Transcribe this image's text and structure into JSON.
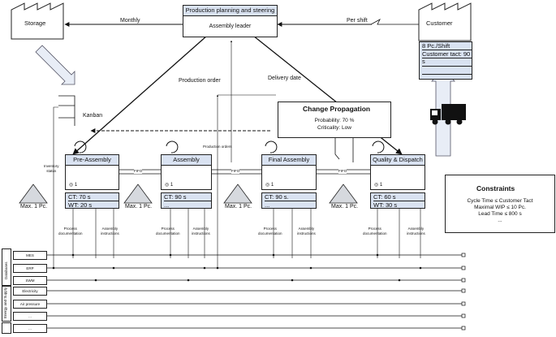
{
  "planning": {
    "title": "Production planning and steering",
    "subtitle": "Assembly leader"
  },
  "storage": {
    "label": "Storage"
  },
  "customer": {
    "label": "Customer",
    "rows": [
      "8 Pc./Shift",
      "Customer tact: 90 s",
      "",
      "",
      ""
    ]
  },
  "flows": {
    "monthly": "Monthly",
    "per_shift": "Per shift",
    "production_order": "Production order",
    "delivery_date": "Delivery date",
    "kanban": "Kanban",
    "inventory_status": "Inventory\nstatus",
    "production_orders": "Production orders"
  },
  "change_propagation": {
    "title": "Change Propagation",
    "probability": "Probability: 70 %",
    "criticality": "Criticality: Low"
  },
  "processes": [
    {
      "name": "Pre-Assembly",
      "operators": "1",
      "ct": "CT: 70 s",
      "wt": "WT: 20 s",
      "extra": ""
    },
    {
      "name": "Assembly",
      "operators": "1",
      "ct": "CT: 90 s",
      "wt": "...",
      "extra": ""
    },
    {
      "name": "Final Assembly",
      "operators": "1",
      "ct": "CT: 90 s.",
      "wt": "...",
      "extra": ""
    },
    {
      "name": "Quality & Dispatch",
      "operators": "1",
      "ct": "CT: 60 s",
      "wt": "WT: 30 s",
      "extra": ""
    }
  ],
  "fifo_label": "FIFO",
  "inventory": [
    {
      "label": "Max. 1 Pc."
    },
    {
      "label": "Max. 1 Pc."
    },
    {
      "label": "Max. 1 Pc."
    },
    {
      "label": "Max. 1 Pc."
    }
  ],
  "doc_labels": {
    "process": "Process\ndocumentation",
    "assembly": "Assembly\ninstructions"
  },
  "constraints": {
    "title": "Constraints",
    "lines": [
      "Cycle Time ≤ Customer Tact",
      "Maximal WIP ≤ 10 Pc.",
      "Lead Time ≤ 800 s",
      "..."
    ]
  },
  "bus": {
    "groups": [
      "Databases",
      "Energy and Supply"
    ],
    "rows": [
      "MES",
      "ERP",
      "SWM",
      "Electricity",
      "Air pressure",
      "...",
      "..."
    ]
  }
}
